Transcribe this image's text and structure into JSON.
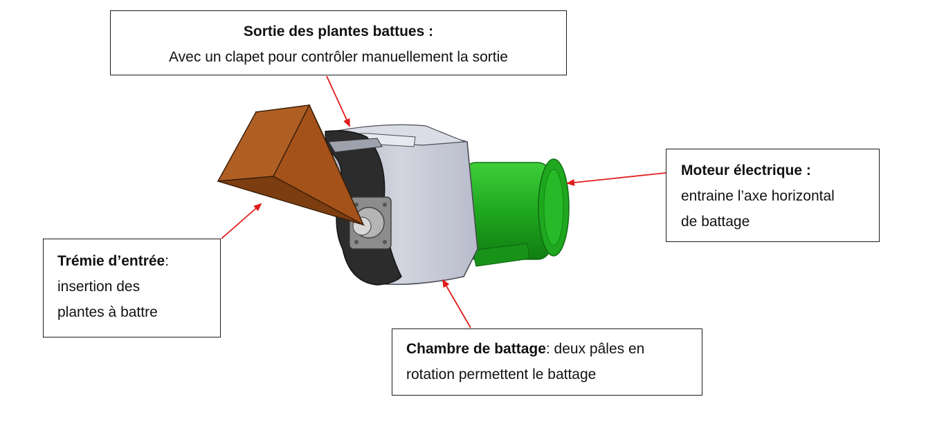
{
  "colors": {
    "hopper_light": "#b8652a",
    "hopper_dark": "#7a3c10",
    "housing_grey": "#c5c7d4",
    "housing_black": "#2a2a2a",
    "motor_green": "#1fa81f",
    "motor_dark": "#0f6b10",
    "arrow": "#e01b1b"
  },
  "labels": {
    "sortie": {
      "title": "Sortie des plantes battues :",
      "text": "Avec un clapet pour contrôler manuellement la sortie"
    },
    "moteur": {
      "title": "Moteur électrique :",
      "line1": "entraine l’axe horizontal",
      "line2": "de battage"
    },
    "tremie": {
      "title": "Trémie d’entrée",
      "suffix": ":",
      "line1": "insertion des",
      "line2": "plantes à battre"
    },
    "chambre": {
      "title": "Chambre de battage",
      "suffix": ": deux pâles en",
      "line2": "rotation permettent le battage"
    }
  }
}
